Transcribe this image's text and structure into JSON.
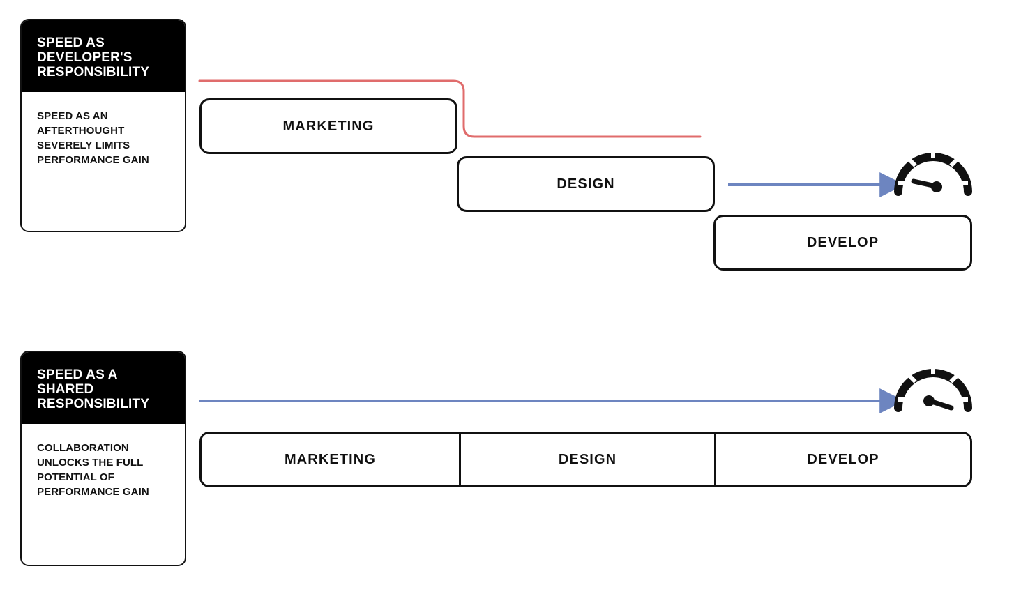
{
  "colors": {
    "accent_red": "#E06C6C",
    "accent_blue": "#6D85C0",
    "ink": "#111111",
    "header_bg": "#000000",
    "page_bg": "#FFFFFF"
  },
  "rows": [
    {
      "id": "developer-responsibility",
      "card": {
        "title": "SPEED AS\nDEVELOPER'S\nRESPONSIBILITY",
        "body": "SPEED AS AN\nAFTERTHOUGHT\nSEVERELY LIMITS\nPERFORMANCE GAIN"
      },
      "stages": [
        {
          "label": "MARKETING"
        },
        {
          "label": "DESIGN"
        },
        {
          "label": "DEVELOP"
        }
      ],
      "connector": {
        "name": "red-stepped-line",
        "color": "#E06C6C"
      },
      "arrow": {
        "name": "blue-arrow",
        "color": "#6D85C0"
      },
      "gauge": {
        "name": "speedometer-icon",
        "needle": "low"
      }
    },
    {
      "id": "shared-responsibility",
      "card": {
        "title": "SPEED AS A\nSHARED\nRESPONSIBILITY",
        "body": "COLLABORATION\nUNLOCKS THE FULL\nPOTENTIAL OF\nPERFORMANCE GAIN"
      },
      "stages": [
        {
          "label": "MARKETING"
        },
        {
          "label": "DESIGN"
        },
        {
          "label": "DEVELOP"
        }
      ],
      "arrow": {
        "name": "blue-arrow",
        "color": "#6D85C0"
      },
      "gauge": {
        "name": "speedometer-icon",
        "needle": "high"
      }
    }
  ]
}
